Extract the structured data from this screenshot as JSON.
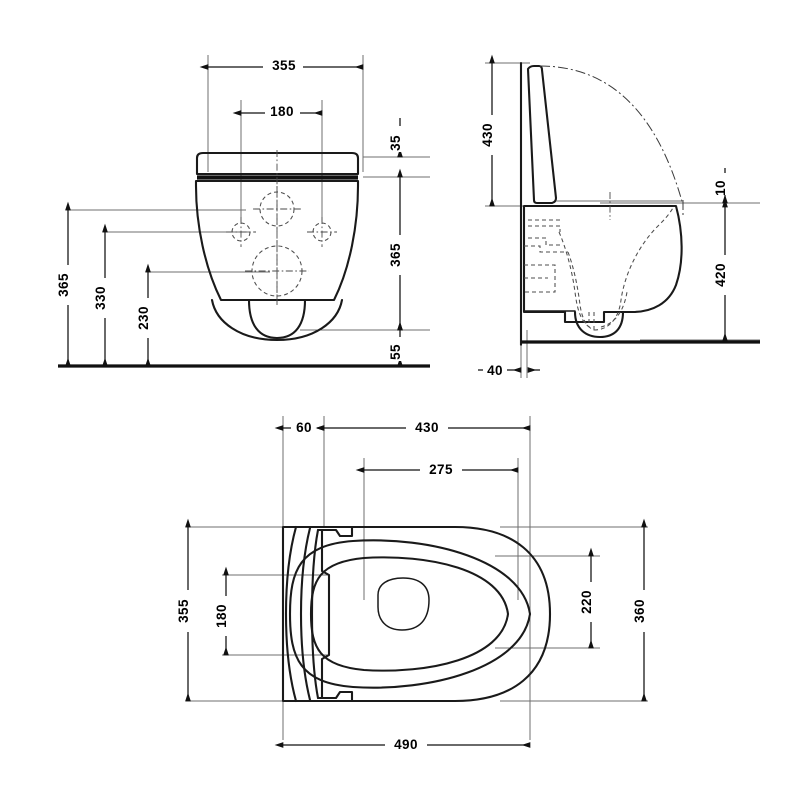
{
  "document": {
    "type": "technical-drawing",
    "subject": "Wall-hung WC (toilet) with seat and lid",
    "units": "mm",
    "line_color": "#1a1a1a",
    "dimension_color": "#000000",
    "extension_line_color": "#6f6f6f",
    "background": "#ffffff"
  },
  "views": {
    "front": {
      "name": "Front elevation",
      "dimensions": {
        "top_width": "355",
        "bolt_spacing": "180",
        "lid_thickness": "35",
        "right_height": "365",
        "bottom_gap": "55",
        "left_outer_height": "365",
        "left_mid_height": "330",
        "left_inner_height": "230"
      }
    },
    "side": {
      "name": "Side elevation",
      "dimensions": {
        "lid_height": "430",
        "seat_thickness": "10",
        "bowl_height": "420",
        "wall_offset": "40"
      }
    },
    "top": {
      "name": "Plan / top view",
      "dimensions": {
        "hinge_depth": "60",
        "bowl_length": "430",
        "seat_opening_length": "275",
        "overall_length": "490",
        "overall_width": "355",
        "hinge_width": "180",
        "seat_opening_width": "220",
        "bowl_width": "360"
      }
    }
  },
  "dimension_labels": [
    {
      "id": "front-355",
      "value": "355",
      "view": "front",
      "orientation": "horizontal"
    },
    {
      "id": "front-180",
      "value": "180",
      "view": "front",
      "orientation": "horizontal"
    },
    {
      "id": "front-35",
      "value": "35",
      "view": "front",
      "orientation": "vertical"
    },
    {
      "id": "front-365r",
      "value": "365",
      "view": "front",
      "orientation": "vertical"
    },
    {
      "id": "front-55",
      "value": "55",
      "view": "front",
      "orientation": "vertical"
    },
    {
      "id": "front-365l",
      "value": "365",
      "view": "front",
      "orientation": "vertical"
    },
    {
      "id": "front-330",
      "value": "330",
      "view": "front",
      "orientation": "vertical"
    },
    {
      "id": "front-230",
      "value": "230",
      "view": "front",
      "orientation": "vertical"
    },
    {
      "id": "side-430",
      "value": "430",
      "view": "side",
      "orientation": "vertical"
    },
    {
      "id": "side-10",
      "value": "10",
      "view": "side",
      "orientation": "vertical"
    },
    {
      "id": "side-420",
      "value": "420",
      "view": "side",
      "orientation": "vertical"
    },
    {
      "id": "side-40",
      "value": "40",
      "view": "side",
      "orientation": "horizontal"
    },
    {
      "id": "top-60",
      "value": "60",
      "view": "top",
      "orientation": "horizontal"
    },
    {
      "id": "top-430",
      "value": "430",
      "view": "top",
      "orientation": "horizontal"
    },
    {
      "id": "top-275",
      "value": "275",
      "view": "top",
      "orientation": "horizontal"
    },
    {
      "id": "top-490",
      "value": "490",
      "view": "top",
      "orientation": "horizontal"
    },
    {
      "id": "top-355",
      "value": "355",
      "view": "top",
      "orientation": "vertical"
    },
    {
      "id": "top-180",
      "value": "180",
      "view": "top",
      "orientation": "vertical"
    },
    {
      "id": "top-220",
      "value": "220",
      "view": "top",
      "orientation": "vertical"
    },
    {
      "id": "top-360",
      "value": "360",
      "view": "top",
      "orientation": "vertical"
    }
  ]
}
